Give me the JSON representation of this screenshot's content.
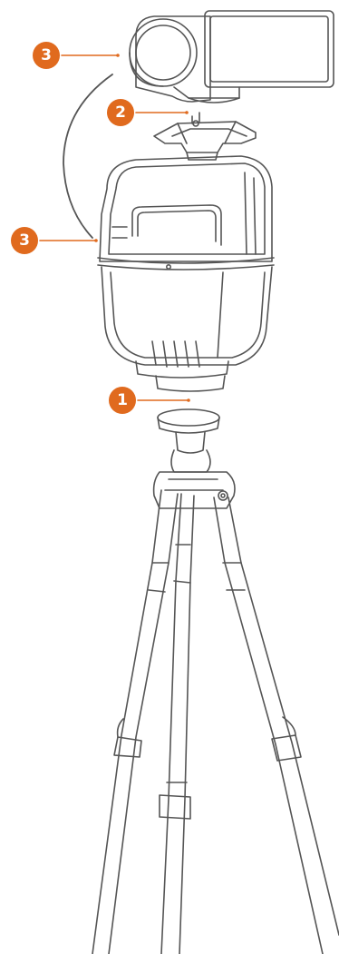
{
  "callouts": [
    {
      "id": "badge-3a",
      "number": "3"
    },
    {
      "id": "badge-2",
      "number": "2"
    },
    {
      "id": "badge-3b",
      "number": "3"
    },
    {
      "id": "badge-1",
      "number": "1"
    }
  ],
  "colors": {
    "accent": "#e06a1e",
    "line_art": "#555555"
  },
  "icons": {
    "device": "pan-tilt-head-icon",
    "camera": "camcorder-icon",
    "support": "tripod-icon"
  }
}
